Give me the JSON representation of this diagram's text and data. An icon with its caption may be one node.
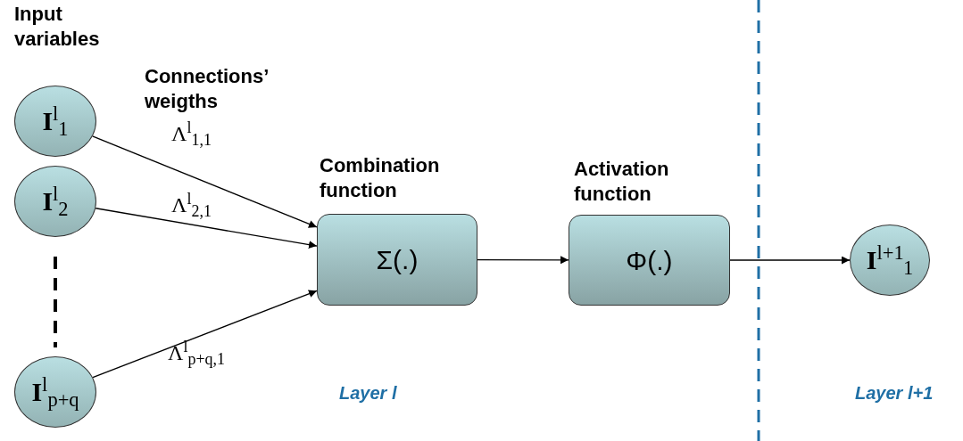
{
  "diagram": {
    "nodes": [
      {
        "text": [
          "**I**$^{l}$$_{1}$"
        ]
      },
      {
        "text": [
          "**I**$^{l}$$_{2}$"
        ]
      },
      {
        "text": [
          "**I**$^{l}$$_{p+q}$"
        ]
      },
      {
        "text": [
          "Combination function",
          "Σ(.)"
        ]
      },
      {
        "text": [
          "Activation function",
          "Φ(.)"
        ]
      },
      {
        "text": [
          "**I**$^{l+1}$$_{1}$"
        ]
      }
    ],
    "edges": [
      {
        "from": 0,
        "to": 3,
        "arrow": "to",
        "label": "Λ$^{l}$$_{1,1}$"
      },
      {
        "from": 1,
        "to": 3,
        "arrow": "to",
        "label": "Λ$^{l}$$_{2,1}$"
      },
      {
        "from": 2,
        "to": 3,
        "arrow": "to",
        "label": "Λ$^{l}$$_{p+q,1}$"
      },
      {
        "from": 3,
        "to": 4,
        "arrow": "to"
      },
      {
        "from": 4,
        "to": 5,
        "arrow": "to"
      }
    ],
    "labels": [
      "Input variables",
      "Connections’ weigths",
      "Layer l",
      "Layer l+1"
    ]
  }
}
